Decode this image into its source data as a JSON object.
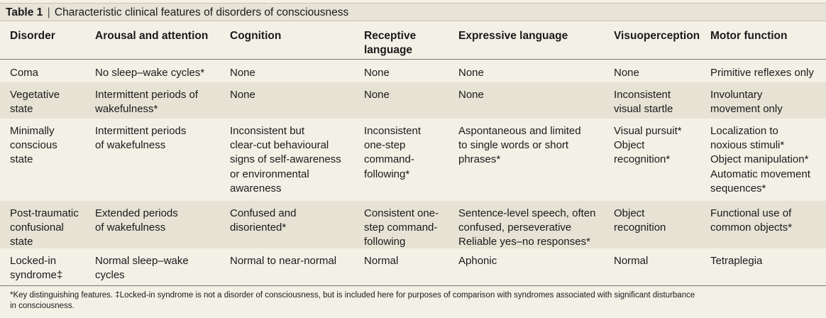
{
  "caption": {
    "label": "Table 1",
    "separator": "|",
    "title": "Characteristic clinical features of disorders of consciousness"
  },
  "headers": [
    [
      "Disorder"
    ],
    [
      "Arousal and attention"
    ],
    [
      "Cognition"
    ],
    [
      "Receptive",
      "language"
    ],
    [
      "Expressive language"
    ],
    [
      "Visuoperception"
    ],
    [
      "Motor function"
    ]
  ],
  "rows": [
    [
      [
        "Coma"
      ],
      [
        "No sleep–wake cycles*"
      ],
      [
        "None"
      ],
      [
        "None"
      ],
      [
        "None"
      ],
      [
        "None"
      ],
      [
        "Primitive reflexes only"
      ]
    ],
    [
      [
        "Vegetative",
        "state"
      ],
      [
        "Intermittent periods of",
        "wakefulness*"
      ],
      [
        "None"
      ],
      [
        "None"
      ],
      [
        "None"
      ],
      [
        "Inconsistent",
        "visual startle"
      ],
      [
        "Involuntary",
        "movement only"
      ]
    ],
    [
      [
        "Minimally",
        "conscious",
        "state"
      ],
      [
        "Intermittent periods",
        "of wakefulness"
      ],
      [
        "Inconsistent but",
        "clear-cut behavioural",
        "signs of self-awareness",
        "or environmental",
        "awareness"
      ],
      [
        "Inconsistent",
        "one-step",
        "command-",
        "following*"
      ],
      [
        "Aspontaneous and limited",
        "to single words or short",
        "phrases*"
      ],
      [
        "Visual pursuit*",
        "Object",
        "recognition*"
      ],
      [
        "Localization to",
        "noxious stimuli*",
        "Object manipulation*",
        "Automatic movement",
        "sequences*"
      ]
    ],
    [
      [
        "Post-traumatic",
        "confusional",
        "state"
      ],
      [
        "Extended periods",
        "of wakefulness"
      ],
      [
        "Confused and",
        "disoriented*"
      ],
      [
        "Consistent one-",
        "step command-",
        "following"
      ],
      [
        "Sentence-level speech, often",
        "confused, perseverative",
        "Reliable yes–no responses*"
      ],
      [
        "Object",
        "recognition"
      ],
      [
        "Functional use of",
        "common objects*"
      ]
    ],
    [
      [
        "Locked-in",
        "syndrome‡"
      ],
      [
        "Normal sleep–wake",
        "cycles"
      ],
      [
        "Normal to near-normal"
      ],
      [
        "Normal"
      ],
      [
        "Aphonic"
      ],
      [
        "Normal"
      ],
      [
        "Tetraplegia"
      ]
    ]
  ],
  "footnote": [
    "*Key distinguishing features. ‡Locked-in syndrome is not a disorder of consciousness, but is included here for purposes of comparison with syndromes associated with significant disturbance",
    "in consciousness."
  ]
}
